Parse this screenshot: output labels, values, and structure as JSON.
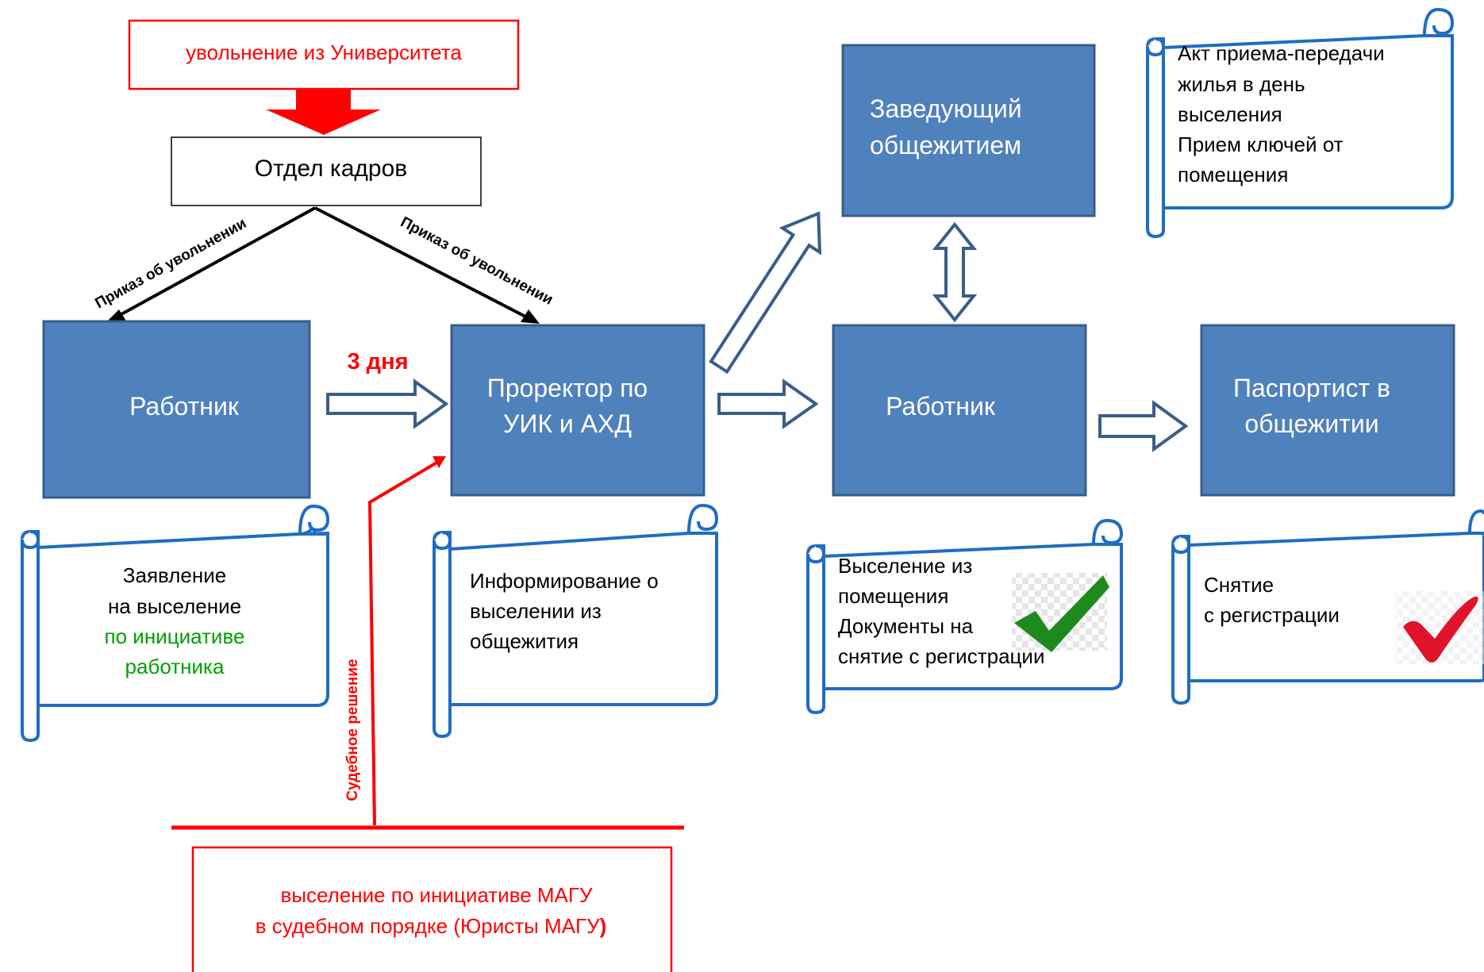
{
  "colors": {
    "blue_box": "#4F81BD",
    "blue_border": "#385D8A",
    "scroll_border": "#1F6DC2",
    "red": "#FF0000",
    "green_text": "#00A000",
    "black": "#000000",
    "white": "#FFFFFF"
  },
  "top": {
    "dismissal_label": "увольнение из Университета",
    "hr_label": "Отдел кадров",
    "order_left": "Приказ об увольнении",
    "order_right": "Приказ об увольнении"
  },
  "boxes": {
    "employee_left": "Работник",
    "prorector_line1": "Проректор по",
    "prorector_line2": "УИК и АХД",
    "dorm_head_line1": "Заведующий",
    "dorm_head_line2": "общежитием",
    "employee_right": "Работник",
    "passport_line1": "Паспортист в",
    "passport_line2": "общежитии"
  },
  "arrows": {
    "three_days": "3 дня",
    "court_decision": "Судебное решение"
  },
  "scrolls": {
    "application": {
      "line1": "Заявление",
      "line2": "на выселение",
      "line3": "по инициативе",
      "line4": "работника"
    },
    "informing": {
      "line1": "Информирование о",
      "line2": "выселении из",
      "line3": "общежития"
    },
    "eviction": {
      "line1": "Выселение из",
      "line2": "помещения",
      "line3": "Документы на",
      "line4": "снятие с регистрации"
    },
    "deregistration": {
      "line1": "Снятие",
      "line2": "с регистрации"
    },
    "act": {
      "line1": "Акт приема-передачи",
      "line2": "жилья в день",
      "line3": "выселения",
      "line4": "Прием ключей от",
      "line5": "помещения"
    }
  },
  "court": {
    "line1": "выселение по инициативе МАГУ",
    "line2": "в судебном порядке (Юристы МАГУ",
    "line2_end": ")"
  },
  "icons": {
    "checkmark_green": "checkmark-green-icon",
    "checkmark_red": "checkmark-red-icon"
  }
}
